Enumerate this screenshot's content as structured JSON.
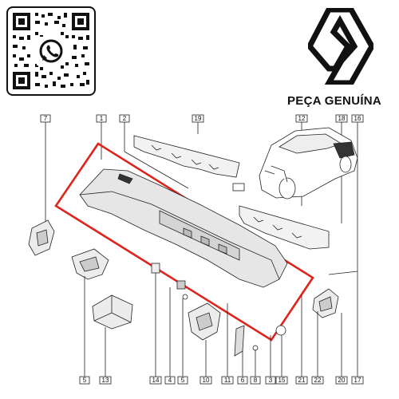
{
  "brand": {
    "caption": "PEÇA GENUÍNA",
    "logo_icon": "renault-logo-icon",
    "qr_icon": "qr-code-icon",
    "whatsapp_icon": "whatsapp-icon"
  },
  "highlight_color": "#e0231c",
  "callouts": {
    "top": [
      "7",
      "1",
      "2",
      "19",
      "12",
      "18",
      "16"
    ],
    "bottom": [
      "5",
      "13",
      "14",
      "4",
      "5",
      "10",
      "11",
      "6",
      "8",
      "3",
      "15",
      "21",
      "22",
      "20",
      "17"
    ]
  }
}
